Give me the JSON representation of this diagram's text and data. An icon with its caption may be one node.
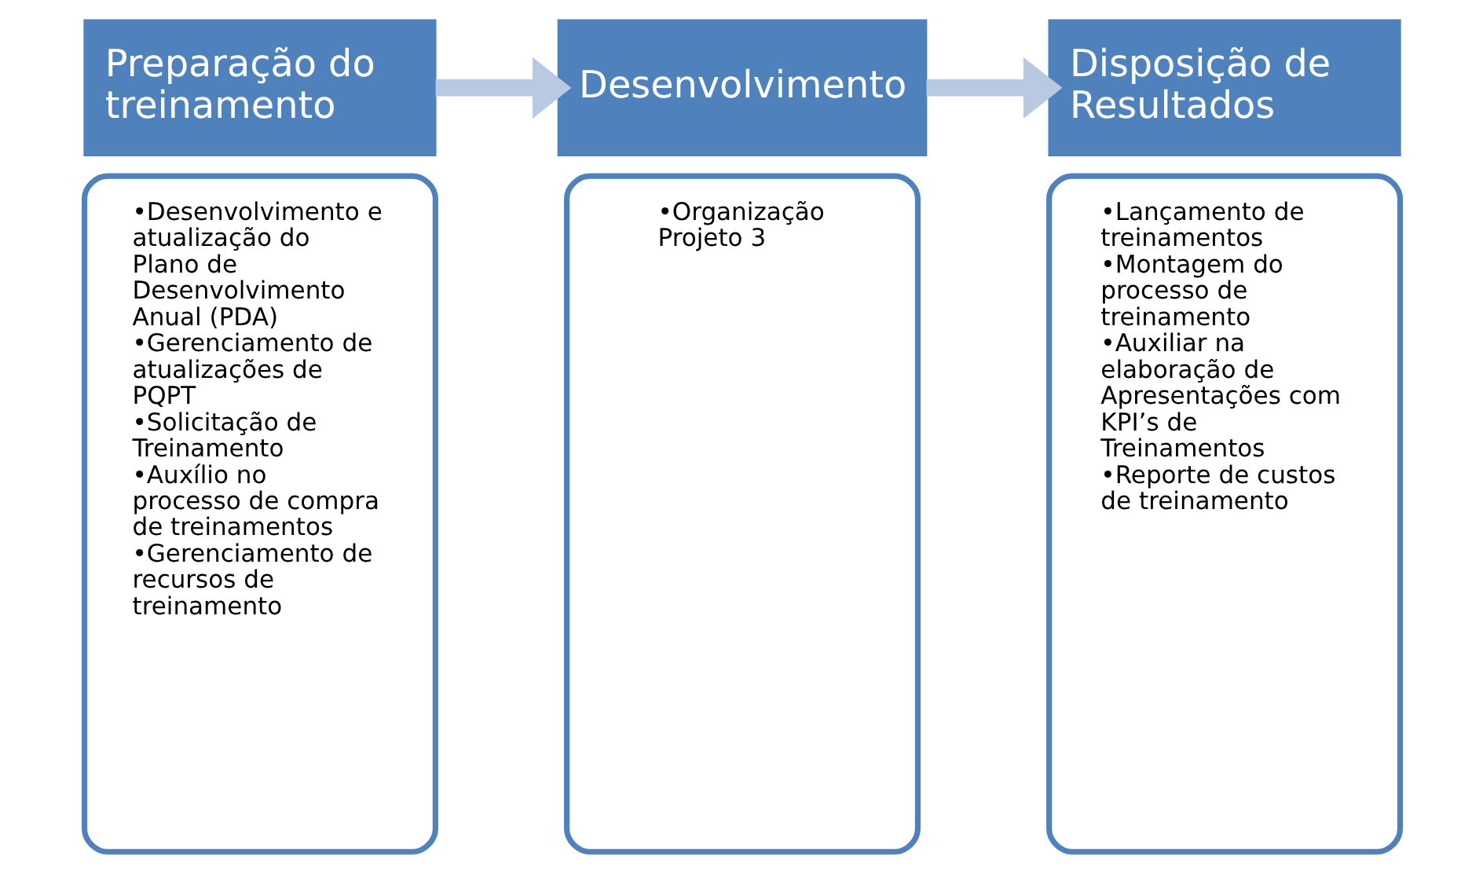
{
  "diagram": {
    "nodes": [
      {
        "text": [
          "Preparação do treinamento"
        ]
      },
      {
        "text": [
          "•Desenvolvimento e atualização do Plano de Desenvolvimento Anual (PDA)",
          "•Gerenciamento de atualizações de PQPT",
          "•Solicitação de Treinamento",
          "•Auxílio no processo de compra de treinamentos",
          "•Gerenciamento de recursos de treinamento"
        ]
      },
      {
        "text": [
          "Desenvolvimento"
        ]
      },
      {
        "text": [
          "•Organização Projeto 3"
        ]
      },
      {
        "text": [
          "Disposição de Resultados"
        ]
      },
      {
        "text": [
          "•Lançamento de treinamentos",
          "•Montagem do processo de treinamento",
          "•Auxiliar na elaboração de Apresentações com KPI’s de Treinamentos",
          "•Reporte de custos de treinamento"
        ]
      }
    ],
    "edges": [
      {
        "from": 0,
        "to": 2,
        "arrow": "to"
      },
      {
        "from": 2,
        "to": 4,
        "arrow": "to"
      }
    ]
  }
}
